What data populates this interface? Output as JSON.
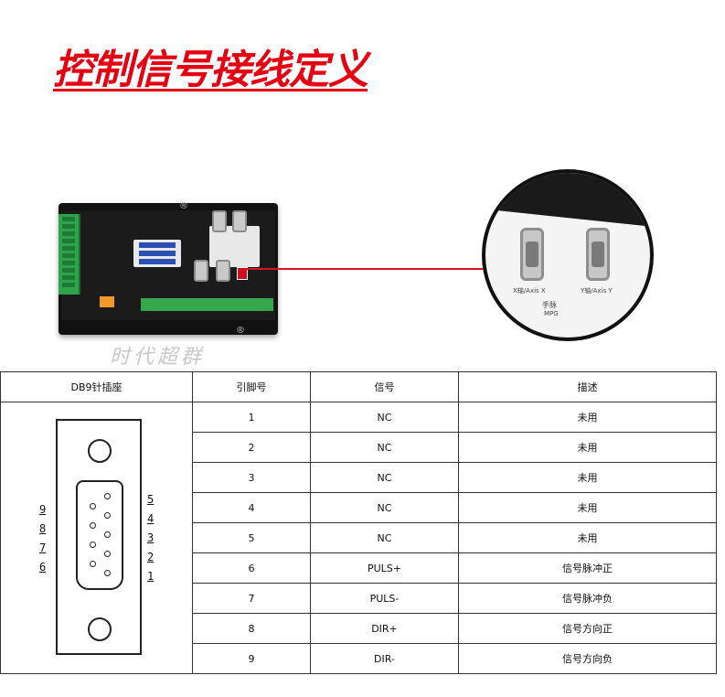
{
  "title": "控制信号接线定义",
  "watermark": "时代超群",
  "registered_mark": "®",
  "zoom_labels": {
    "x_axis": "X轴/Axis X",
    "y_axis": "Y轴/Axis Y",
    "handwheel": "手脉",
    "mpg": "MPG"
  },
  "table": {
    "headers": [
      "DB9针插座",
      "引脚号",
      "信号",
      "描述"
    ],
    "rows": [
      {
        "pin": "1",
        "signal": "NC",
        "desc": "未用"
      },
      {
        "pin": "2",
        "signal": "NC",
        "desc": "未用"
      },
      {
        "pin": "3",
        "signal": "NC",
        "desc": "未用"
      },
      {
        "pin": "4",
        "signal": "NC",
        "desc": "未用"
      },
      {
        "pin": "5",
        "signal": "NC",
        "desc": "未用"
      },
      {
        "pin": "6",
        "signal": "PULS+",
        "desc": "信号脉冲正"
      },
      {
        "pin": "7",
        "signal": "PULS-",
        "desc": "信号脉冲负"
      },
      {
        "pin": "8",
        "signal": "DIR+",
        "desc": "信号方向正"
      },
      {
        "pin": "9",
        "signal": "DIR-",
        "desc": "信号方向负"
      }
    ],
    "db9_pin_labels": {
      "left": [
        "9",
        "8",
        "7",
        "6"
      ],
      "right": [
        "5",
        "4",
        "3",
        "2",
        "1"
      ]
    }
  },
  "colors": {
    "title": "#e50012",
    "red_line": "#d8141e",
    "terminal_green": "#2fa34a"
  }
}
